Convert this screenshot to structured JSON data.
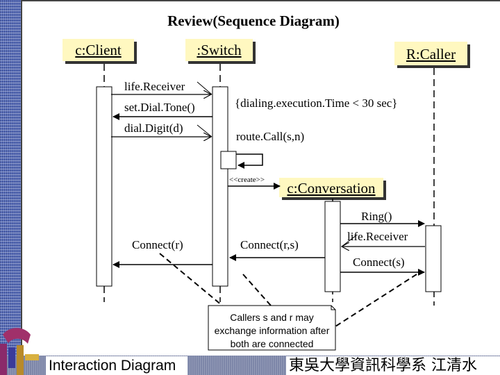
{
  "title": "Review(Sequence Diagram)",
  "objects": {
    "client": "c:Client",
    "switch": ":Switch",
    "caller": "R:Caller",
    "conversation": "c:Conversation"
  },
  "messages": {
    "life_receiver_client": "life.Receiver",
    "set_dial_tone": "set.Dial.Tone()",
    "dial_digit": "dial.Digit(d)",
    "constraint": "{dialing.execution.Time < 30 sec}",
    "route_call": "route.Call(s,n)",
    "create": "<<create>>",
    "ring": "Ring()",
    "life_receiver_caller": "life.Receiver",
    "connect_r": "Connect(r)",
    "connect_rs": "Connect(r,s)",
    "connect_s": "Connect(s)"
  },
  "note": {
    "line1": "Callers s and r may",
    "line2": "exchange information after",
    "line3": "both are connected"
  },
  "footer": {
    "left": "Interaction Diagram",
    "right": "東吳大學資訊科學系 江清水"
  },
  "colors": {
    "object_fill": "#fff8c0",
    "sidebar": "#5a6fb8",
    "footer_bar": "#7d86a8"
  }
}
